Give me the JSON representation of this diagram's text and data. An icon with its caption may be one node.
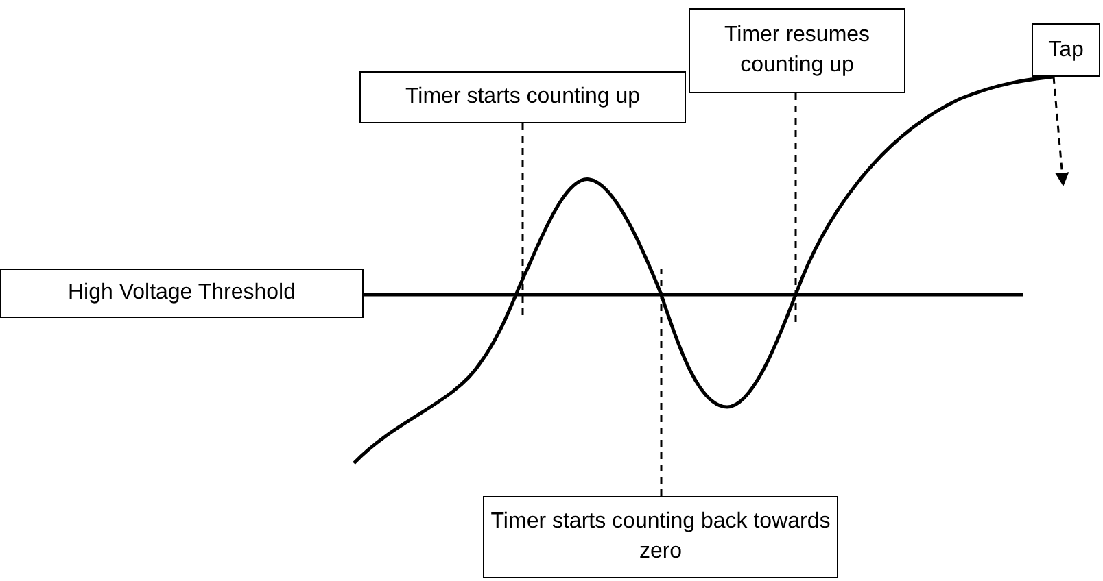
{
  "diagram": {
    "nodes": [
      {
        "text": [
          "Timer starts counting up"
        ]
      },
      {
        "text": [
          "Timer resumes counting up"
        ]
      },
      {
        "text": [
          "Tap"
        ]
      },
      {
        "text": [
          "High Voltage Threshold"
        ]
      },
      {
        "text": [
          "Timer starts counting back towards zero"
        ]
      }
    ],
    "edges": [
      {
        "from": 0,
        "to": null,
        "arrow": "none",
        "style": "dashed"
      },
      {
        "from": 1,
        "to": null,
        "arrow": "none",
        "style": "dashed"
      },
      {
        "from": 2,
        "to": null,
        "arrow": "to",
        "style": "dashed"
      },
      {
        "from": 4,
        "to": null,
        "arrow": "none",
        "style": "dashed"
      }
    ]
  }
}
